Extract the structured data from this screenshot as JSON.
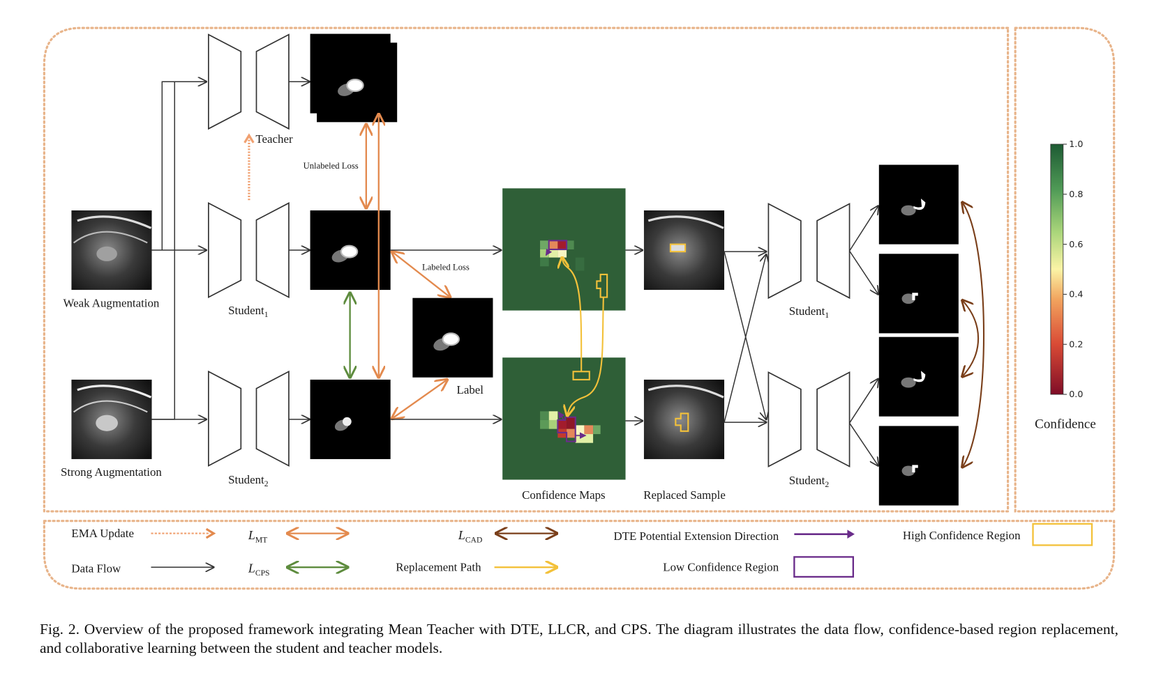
{
  "figure": {
    "nodes": {
      "teacher": "Teacher",
      "student1_top": {
        "base": "Student",
        "sub": "1"
      },
      "student2_left": {
        "base": "Student",
        "sub": "2"
      },
      "student1_right": {
        "base": "Student",
        "sub": "1"
      },
      "student2_right": {
        "base": "Student",
        "sub": "2"
      },
      "weak_aug": "Weak Augmentation",
      "strong_aug": "Strong Augmentation",
      "label": "Label",
      "confidence_maps": "Confidence Maps",
      "replaced_sample": "Replaced Sample",
      "unlabeled_loss": "Unlabeled Loss",
      "labeled_loss": "Labeled Loss"
    },
    "colorbar": {
      "title": "Confidence",
      "ticks": [
        "1.0",
        "0.8",
        "0.6",
        "0.4",
        "0.2",
        "0.0"
      ],
      "colormap": [
        "#7f0d27",
        "#d94a35",
        "#f2a45e",
        "#fbf4a6",
        "#a9d57a",
        "#4f9a56",
        "#1d5a33"
      ]
    },
    "legend": {
      "ema": "EMA Update",
      "data_flow": "Data Flow",
      "l_mt": {
        "base": "L",
        "sub": "MT"
      },
      "l_cps": {
        "base": "L",
        "sub": "CPS"
      },
      "l_cad": {
        "base": "L",
        "sub": "CAD"
      },
      "replacement_path": "Replacement Path",
      "dte": "DTE Potential Extension Direction",
      "low_conf": "Low Confidence Region",
      "high_conf": "High Confidence Region"
    },
    "colors": {
      "ema": "#f0a070",
      "mt": "#e38a4e",
      "cps": "#5e8c3e",
      "cad": "#7a3f1a",
      "replacement": "#f3c13a",
      "dte": "#6a2c8a",
      "frame": "#e8b48a",
      "heat_bg": "#2f5f37"
    },
    "caption": "Fig. 2.  Overview of the proposed framework integrating Mean Teacher with DTE, LLCR, and CPS. The diagram illustrates the data flow, confidence-based region replacement, and collaborative learning between the student and teacher models."
  }
}
